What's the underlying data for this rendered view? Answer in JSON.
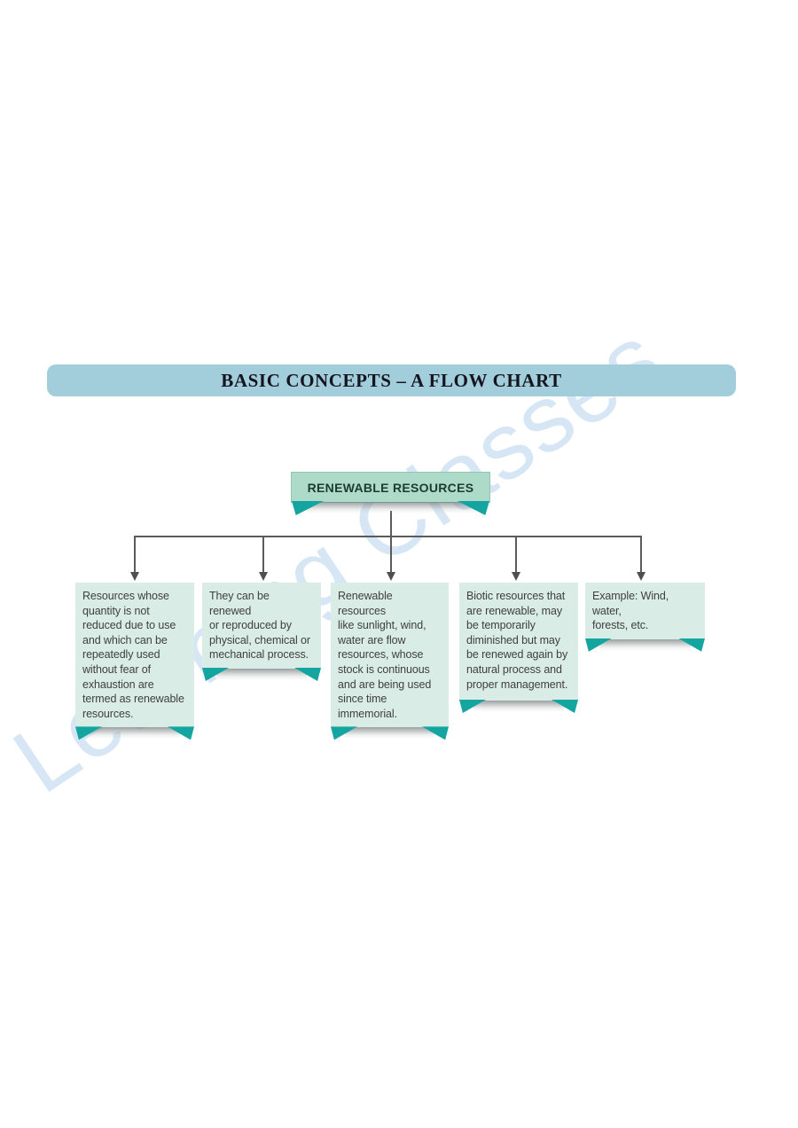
{
  "header": {
    "title": "BASIC CONCEPTS – A FLOW CHART"
  },
  "watermark": {
    "text": "Learning Classes"
  },
  "flowchart": {
    "root_label": "RENEWABLE RESOURCES",
    "boxes": [
      {
        "text": "Resources whose\nquantity is not\nreduced due to use\nand which can be\nrepeatedly used\nwithout fear of\nexhaustion are\ntermed as renewable\nresources."
      },
      {
        "text": "They can be renewed\nor reproduced by\nphysical, chemical or\nmechanical process."
      },
      {
        "text": "Renewable resources\nlike sunlight, wind,\nwater are flow\nresources, whose\nstock is continuous\nand are being used\nsince time\nimmemorial."
      },
      {
        "text": "Biotic resources that\nare renewable, may\nbe temporarily\ndiminished but may\nbe renewed again by\nnatural process and\nproper management."
      },
      {
        "text": "Example: Wind, water,\nforests, etc."
      }
    ]
  },
  "colors": {
    "banner_blue": "#a2cdda",
    "root_mint": "#aedbc9",
    "note_mint": "#d9ece5",
    "ribbon_teal": "#14a5a0",
    "connector_gray": "#5b5b5b",
    "title_text": "#15151f",
    "body_text": "#3f3f3f",
    "watermark_blue": "rgba(146,188,226,0.38)"
  }
}
